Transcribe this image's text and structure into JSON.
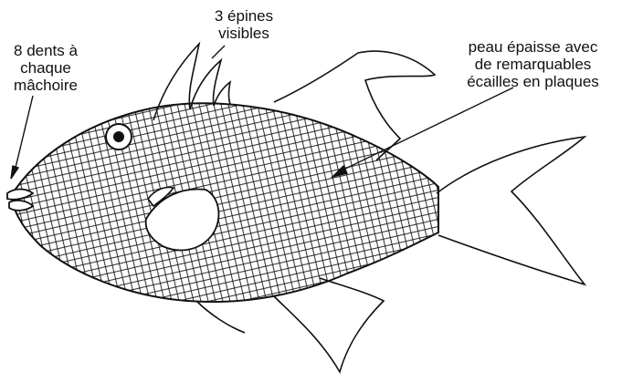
{
  "labels": {
    "teeth": [
      "8 dents à",
      "chaque",
      "mâchoire"
    ],
    "spines": [
      "3 épines",
      "visibles"
    ],
    "skin": [
      "peau épaisse avec",
      "de remarquables",
      "écailles en plaques"
    ]
  },
  "colors": {
    "ink": "#111111",
    "background": "#ffffff"
  }
}
